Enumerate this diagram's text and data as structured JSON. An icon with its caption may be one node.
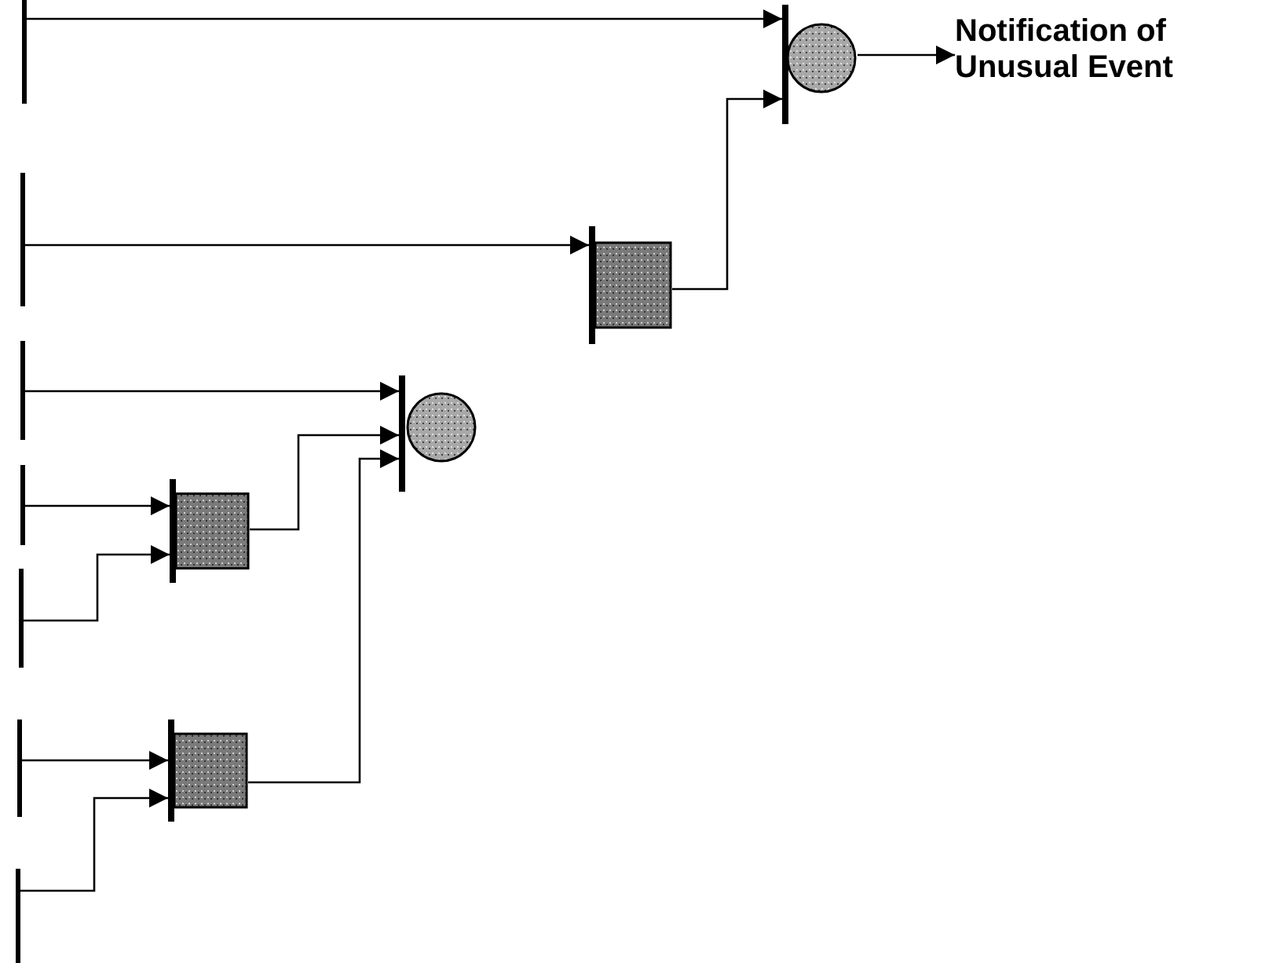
{
  "diagram": {
    "nodes": [
      {
        "text": [],
        "shape": "bar"
      },
      {
        "text": [],
        "shape": "circle"
      },
      {
        "text": [
          "Notification of Unusual Event"
        ]
      },
      {
        "text": [],
        "shape": "bar"
      },
      {
        "text": [],
        "shape": "box"
      },
      {
        "text": [],
        "shape": "bar"
      },
      {
        "text": [],
        "shape": "circle"
      },
      {
        "text": [],
        "shape": "bar"
      },
      {
        "text": [],
        "shape": "box"
      },
      {
        "text": [],
        "shape": "bar"
      },
      {
        "text": [],
        "shape": "bar"
      },
      {
        "text": [],
        "shape": "box"
      },
      {
        "text": [],
        "shape": "bar"
      }
    ],
    "edges": [
      {
        "from": 0,
        "to": 1,
        "arrow": "to"
      },
      {
        "from": 3,
        "to": 4,
        "arrow": "to"
      },
      {
        "from": 4,
        "to": 1,
        "arrow": "to"
      },
      {
        "from": 5,
        "to": 6,
        "arrow": "to"
      },
      {
        "from": 7,
        "to": 8,
        "arrow": "to"
      },
      {
        "from": 9,
        "to": 8,
        "arrow": "to"
      },
      {
        "from": 8,
        "to": 6,
        "arrow": "to"
      },
      {
        "from": 10,
        "to": 11,
        "arrow": "to"
      },
      {
        "from": 12,
        "to": 11,
        "arrow": "to"
      },
      {
        "from": 11,
        "to": 6,
        "arrow": "to"
      },
      {
        "from": 1,
        "to": 2,
        "arrow": "to"
      }
    ]
  }
}
